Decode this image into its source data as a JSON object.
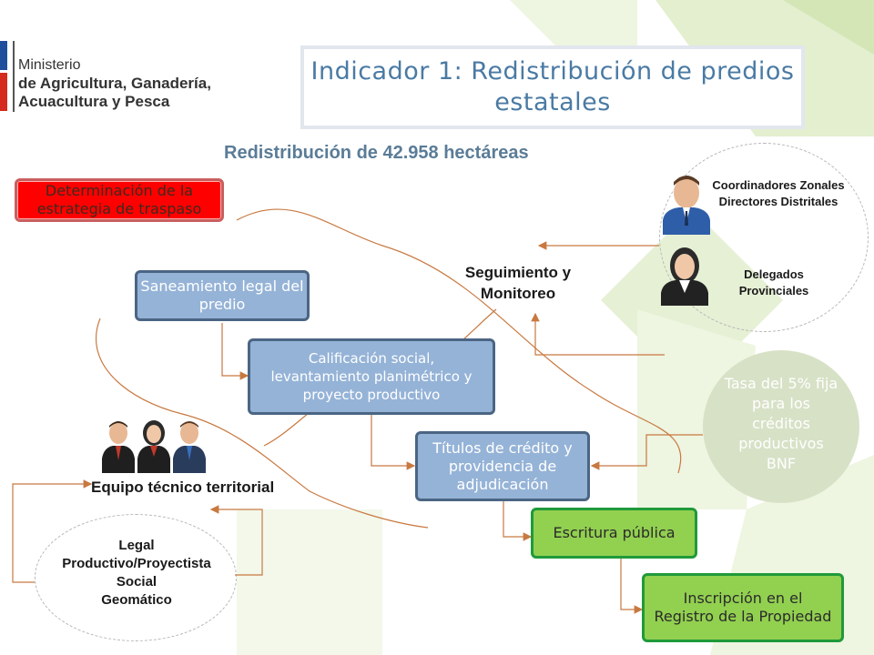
{
  "logo": {
    "line1": "Ministerio",
    "line2": "de Agricultura, Ganadería,",
    "line3": "Acuacultura y Pesca"
  },
  "title": "Indicador 1: Redistribución de predios estatales",
  "subtitle": "Redistribución de 42.958 hectáreas",
  "steps": {
    "strategy": "Determinación de la estrategia de traspaso",
    "legal_sanitation": "Saneamiento legal del predio",
    "qualification_title": "Calificación social,",
    "qualification_body": "levantamiento planimétrico y proyecto productivo",
    "titles": "Títulos de crédito y providencia de adjudicación",
    "deed": "Escritura pública",
    "registration": "Inscripción en el Registro de la Propiedad"
  },
  "monitoring": {
    "label": "Seguimiento y Monitoreo",
    "group1": "Coordinadores Zonales Directores Distritales",
    "group2": "Delegados Provinciales"
  },
  "credit_note": "Tasa del 5% fija para los créditos productivos BNF",
  "team": {
    "label": "Equipo técnico territorial",
    "roles": [
      "Legal",
      "Productivo/Proyectista",
      "Social",
      "Geomático"
    ]
  },
  "colors": {
    "title": "#4a7aa3",
    "subtitle": "#5a7c97",
    "red_box": "#ff0000",
    "blue_box": "#95b3d7",
    "green_box": "#92d050",
    "connector": "#c87941"
  },
  "icons": [
    "male-person-icon",
    "female-person-icon",
    "team-people-icon"
  ]
}
